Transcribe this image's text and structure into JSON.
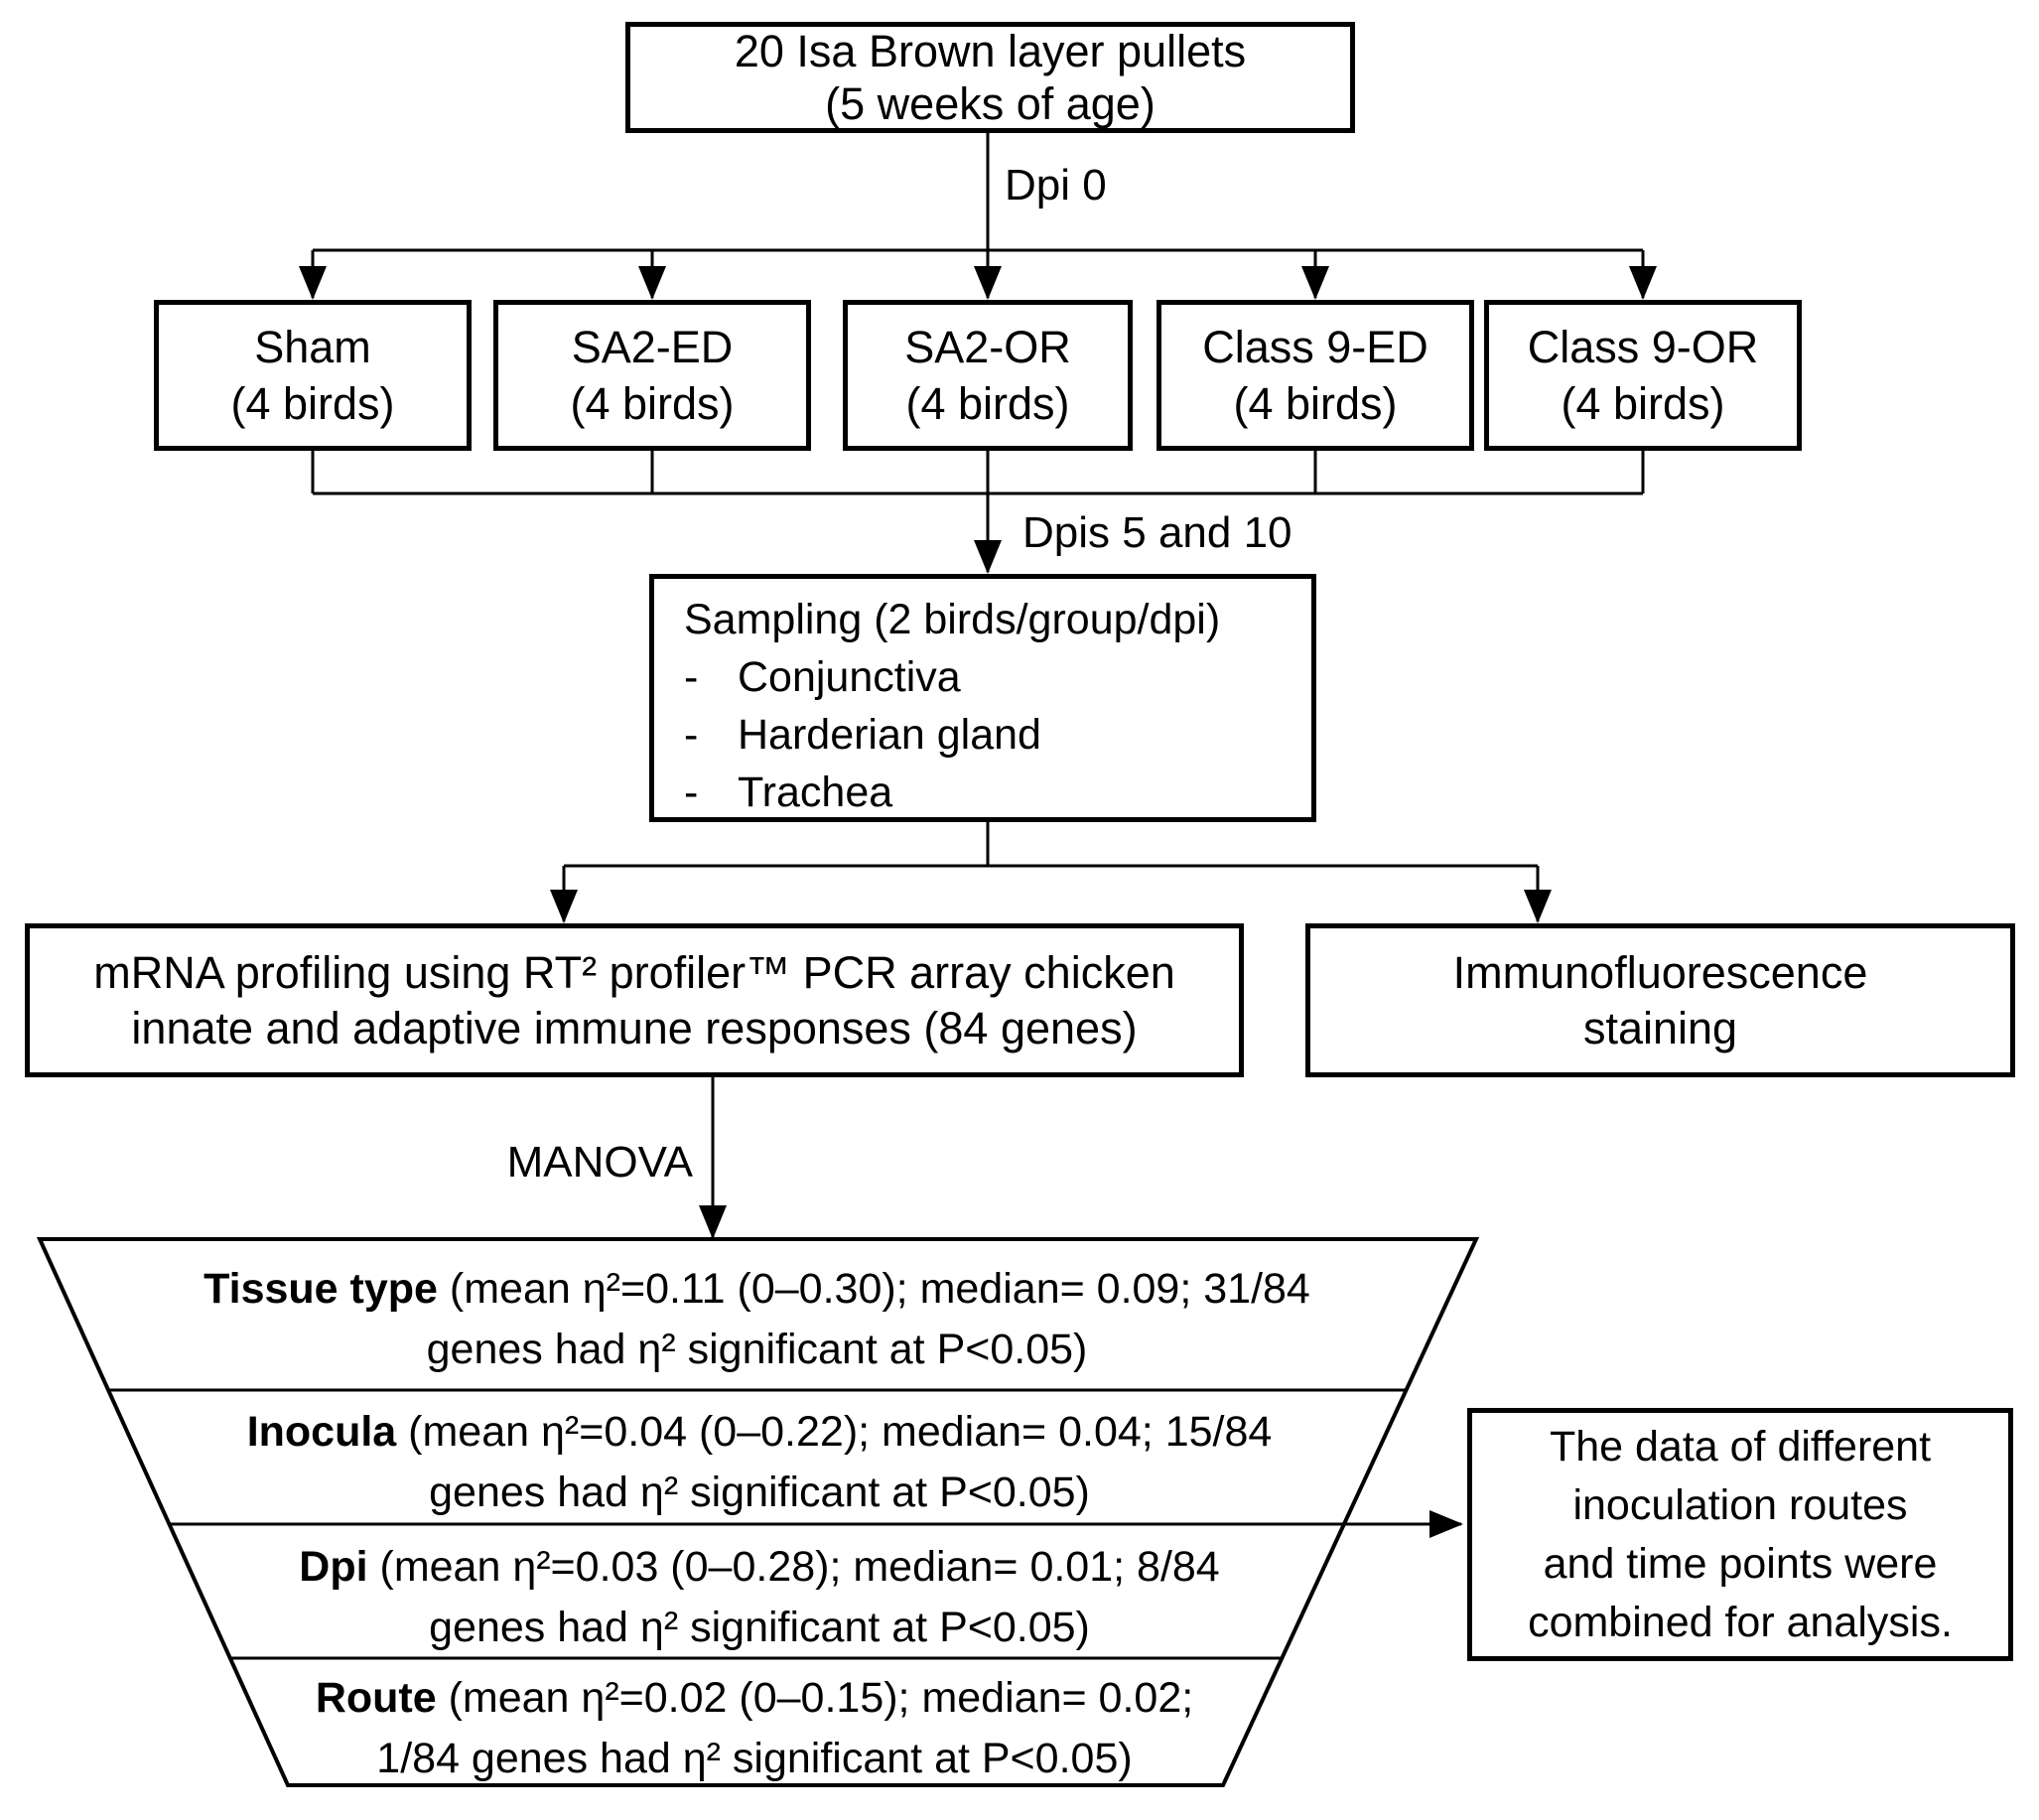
{
  "colors": {
    "ink": "#000000",
    "background": "#ffffff"
  },
  "top_box": {
    "line1": "20 Isa Brown layer pullets",
    "line2": "(5 weeks of age)"
  },
  "labels": {
    "dpi0": "Dpi 0",
    "dpis": "Dpis 5 and 10",
    "manova": "MANOVA"
  },
  "groups": [
    {
      "name": "Sham",
      "count": "(4 birds)"
    },
    {
      "name": "SA2-ED",
      "count": "(4 birds)"
    },
    {
      "name": "SA2-OR",
      "count": "(4 birds)"
    },
    {
      "name": "Class 9-ED",
      "count": "(4 birds)"
    },
    {
      "name": "Class 9-OR",
      "count": "(4 birds)"
    }
  ],
  "sampling_box": {
    "title": "Sampling (2 birds/group/dpi)",
    "bullet": "-",
    "items": [
      "Conjunctiva",
      "Harderian gland",
      "Trachea"
    ]
  },
  "mrna_box": {
    "line1": "mRNA profiling using RT² profiler™ PCR array chicken",
    "line2": "innate and adaptive immune responses (84 genes)"
  },
  "immuno_box": {
    "line1": "Immunofluorescence",
    "line2": "staining"
  },
  "funnel": {
    "rows": [
      {
        "label": "Tissue type",
        "line1": " (mean η²=0.11 (0–0.30); median= 0.09; 31/84",
        "line2": "genes had η² significant at P<0.05)"
      },
      {
        "label": "Inocula",
        "line1": " (mean η²=0.04 (0–0.22); median= 0.04; 15/84",
        "line2": "genes had η² significant at P<0.05)"
      },
      {
        "label": "Dpi",
        "line1": " (mean η²=0.03 (0–0.28); median= 0.01; 8/84",
        "line2": "genes had η² significant at P<0.05)"
      },
      {
        "label": "Route",
        "line1": " (mean η²=0.02 (0–0.15); median= 0.02;",
        "line2": "1/84 genes had η² significant at P<0.05)"
      }
    ]
  },
  "note_box": {
    "lines": [
      "The data of different",
      "inoculation routes",
      "and time points were",
      "combined for analysis."
    ]
  }
}
